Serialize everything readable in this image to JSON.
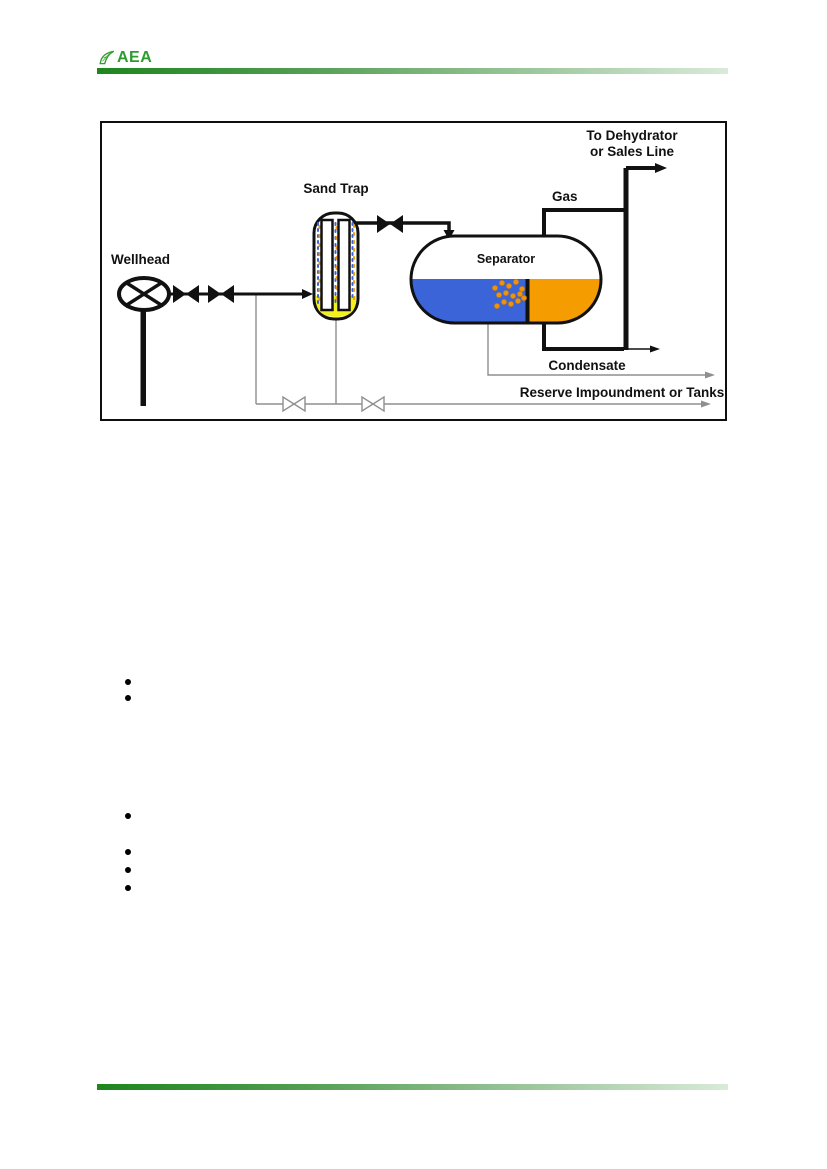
{
  "header": {
    "brand": "AEA",
    "brand_color": "#2e9b2e",
    "rule_gradient_left": "#1d861d",
    "rule_gradient_right": "#d9ead9"
  },
  "diagram": {
    "labels": {
      "wellhead": "Wellhead",
      "sand_trap": "Sand Trap",
      "separator": "Separator",
      "gas": "Gas",
      "dehydrator_line1": "To Dehydrator",
      "dehydrator_line2": "or Sales Line",
      "condensate": "Condensate",
      "reserve": "Reserve Impoundment or Tanks"
    },
    "colors": {
      "water_blue": "#3c64d9",
      "condensate_orange": "#f49c00",
      "sand_yellow": "#f4ef1f",
      "drain_gray": "#8f8f8f",
      "line_black": "#111111"
    }
  },
  "bullets": {
    "items": [
      "",
      "",
      "",
      "",
      "",
      ""
    ]
  },
  "footer": {
    "rule_gradient_left": "#1d861d",
    "rule_gradient_right": "#d9ead9"
  }
}
